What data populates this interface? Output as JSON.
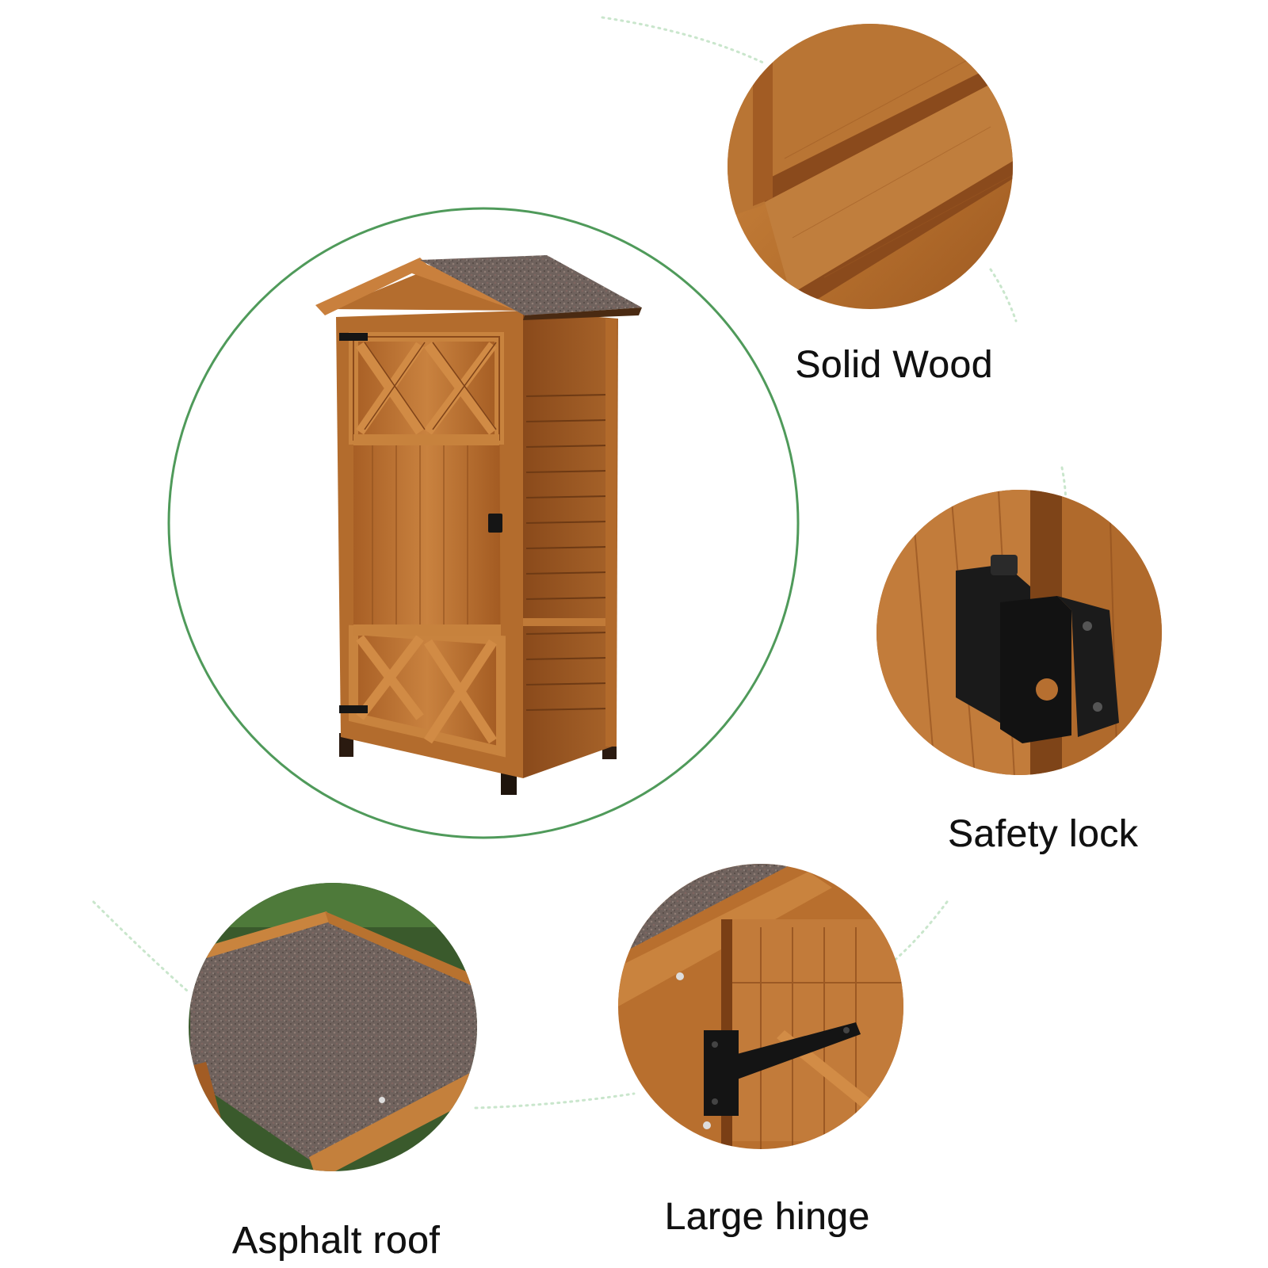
{
  "features": {
    "solid_wood": {
      "label": "Solid Wood"
    },
    "safety_lock": {
      "label": "Safety lock"
    },
    "asphalt_roof": {
      "label": "Asphalt roof"
    },
    "large_hinge": {
      "label": "Large hinge"
    }
  },
  "colors": {
    "ring": "#4f9a5a",
    "dotted_connector": "#bfe0c4",
    "wood_light": "#c88540",
    "wood_mid": "#b06a2c",
    "wood_dark": "#7a4216",
    "asphalt": "#6e625e",
    "hardware": "#151515",
    "label_text": "#111111"
  }
}
